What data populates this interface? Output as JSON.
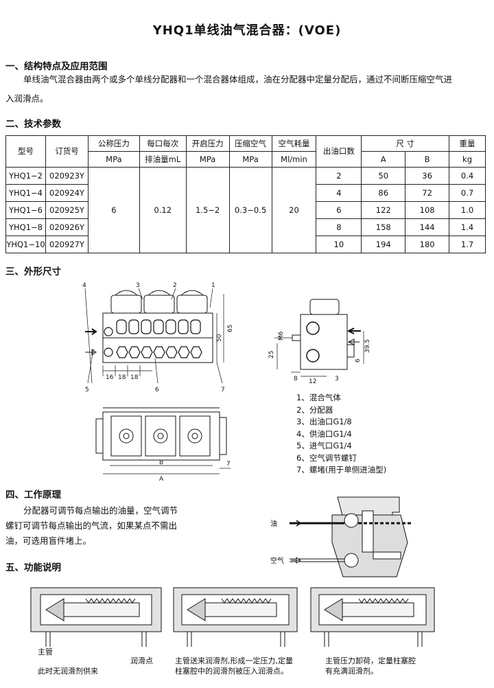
{
  "title": "YHQ1单线油气混合器：(VOE)",
  "sections": {
    "s1": {
      "heading": "一、结构特点及应用范围",
      "line1": "单线油气混合器由两个或多个单线分配器和一个混合器体组成，油在分配器中定量分配后，通过不间断压缩空气进",
      "line2": "入润滑点。"
    },
    "s2": {
      "heading": "二、技术参数"
    },
    "s3": {
      "heading": "三、外形尺寸"
    },
    "s4": {
      "heading": "四、工作原理",
      "line1": "分配器可调节每点输出的油量，空气调节",
      "line2": "螺钉可调节每点输出的气流，如果某点不需出",
      "line3": "油，可选用盲件堵上。"
    },
    "s5": {
      "heading": "五、功能说明"
    }
  },
  "table": {
    "headers": {
      "model": "型号",
      "order": "订货号",
      "pressure": "公称压力",
      "pressure_unit": "MPa",
      "dose1": "每口每次",
      "dose2": "排油量mL",
      "open": "开启压力",
      "open_unit": "MPa",
      "air": "压缩空气",
      "air_unit": "MPa",
      "consume": "空气耗量",
      "consume_unit": "Ml/min",
      "outlets": "出油口数",
      "size": "尺  寸",
      "size_a": "A",
      "size_b": "B",
      "weight": "重量",
      "weight_unit": "kg"
    },
    "shared": {
      "pressure": "6",
      "dose": "0.12",
      "open": "1.5−2",
      "air": "0.3−0.5",
      "consume": "20"
    },
    "rows": [
      {
        "model": "YHQ1−2",
        "order": "020923Y",
        "outlets": "2",
        "a": "50",
        "b": "36",
        "weight": "0.4"
      },
      {
        "model": "YHQ1−4",
        "order": "020924Y",
        "outlets": "4",
        "a": "86",
        "b": "72",
        "weight": "0.7"
      },
      {
        "model": "YHQ1−6",
        "order": "020925Y",
        "outlets": "6",
        "a": "122",
        "b": "108",
        "weight": "1.0"
      },
      {
        "model": "YHQ1−8",
        "order": "020926Y",
        "outlets": "8",
        "a": "158",
        "b": "144",
        "weight": "1.4"
      },
      {
        "model": "YHQ1−10",
        "order": "020927Y",
        "outlets": "10",
        "a": "194",
        "b": "180",
        "weight": "1.7"
      }
    ]
  },
  "drawing": {
    "callouts": [
      "1",
      "2",
      "3",
      "4",
      "5",
      "6",
      "7"
    ],
    "dims_front": {
      "d16": "16",
      "d18a": "18",
      "d18b": "18",
      "h50": "50",
      "h65": "65"
    },
    "dims_side": {
      "m6": "M6",
      "d25": "25",
      "d8": "8",
      "d12": "12",
      "d3": "3",
      "d39_5": "39.5",
      "d6": "6"
    },
    "dims_top": {
      "b": "B",
      "a": "A",
      "d7": "7"
    }
  },
  "legend": [
    "1、混合气体",
    "2、分配器",
    "3、出油口G1/8",
    "4、供油口G1/4",
    "5、进气口G1/4",
    "6、空气调节螺钉",
    "7、螺堵(用于单侧进油型)"
  ],
  "principle_labels": {
    "oil": "油",
    "air": "空气"
  },
  "function": {
    "p1_main": "主管",
    "p1_point": "润滑点",
    "p1_caption": "此时无润滑剂供来",
    "p2_line1": "主管送来润滑剂,形成一定压力,定量",
    "p2_line2": "柱塞腔中的润滑剂被压入润滑点。",
    "p3_line1": "主管压力卸荷，定量柱塞腔",
    "p3_line2": "有充满润滑剂。"
  }
}
